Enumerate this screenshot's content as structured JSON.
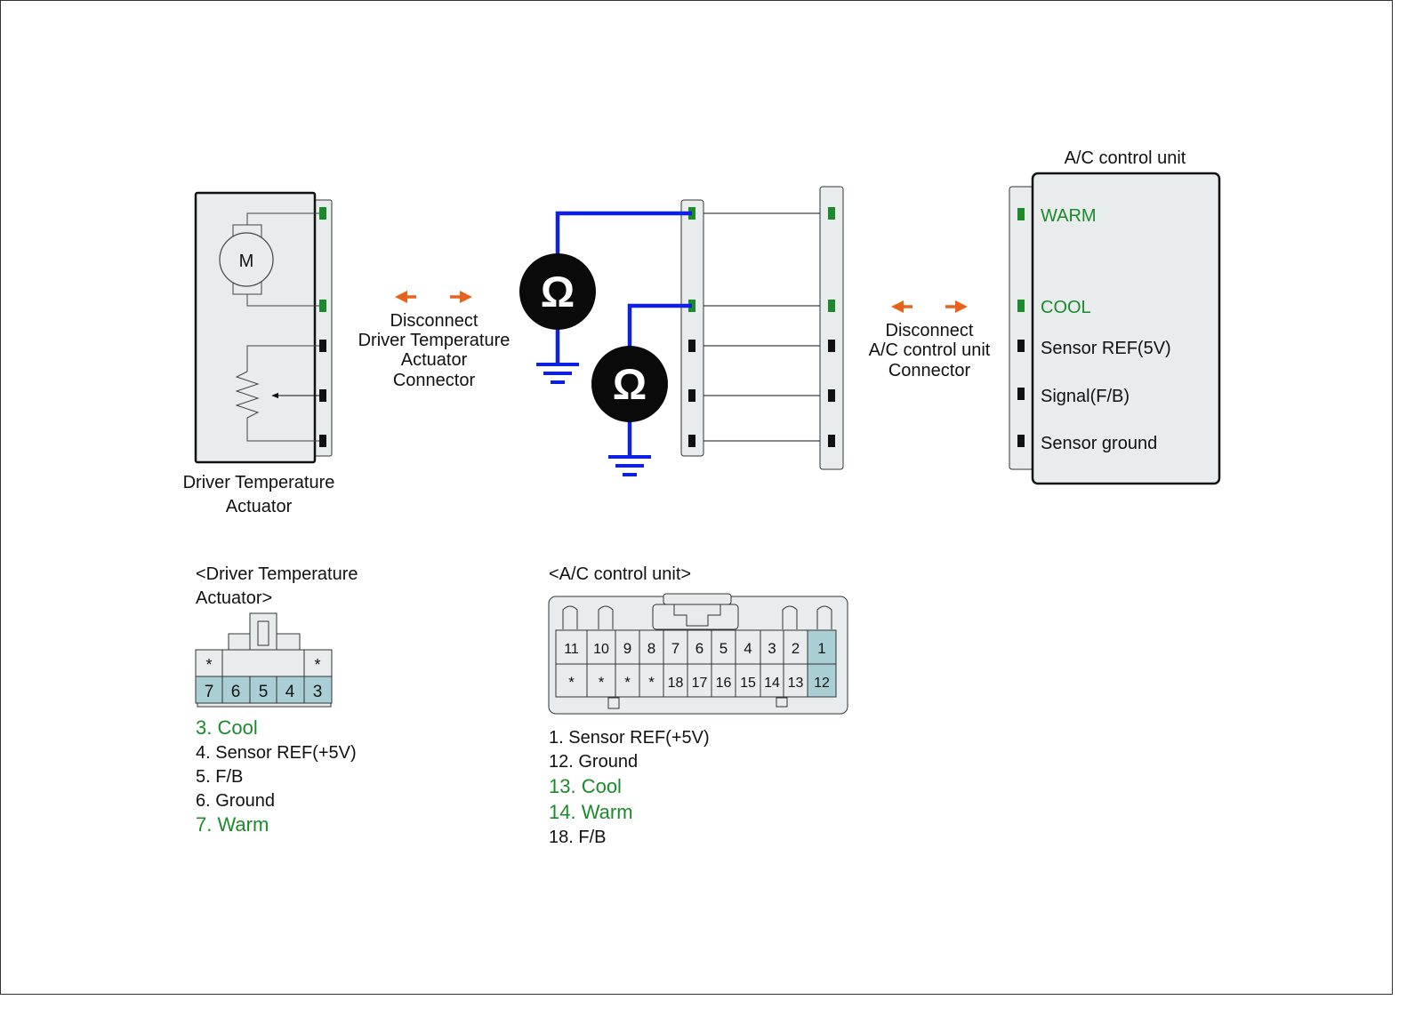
{
  "colors": {
    "green": "#1a8a2a",
    "blue": "#1020e0",
    "orange": "#e8621c",
    "panel_fill": "#e8ecec",
    "cell_highlight": "#a9cfd4",
    "border": "#1a1a1a"
  },
  "actuator": {
    "motor_label": "M",
    "caption_line1": "Driver Temperature",
    "caption_line2": "Actuator"
  },
  "disconnect_left": {
    "line1": "Disconnect",
    "line2": "Driver Temperature",
    "line3": "Actuator",
    "line4": "Connector"
  },
  "disconnect_right": {
    "line1": "Disconnect",
    "line2": "A/C control unit",
    "line3": "Connector"
  },
  "ohmmeter": {
    "symbol": "Ω"
  },
  "ac_unit": {
    "title": "A/C control unit",
    "pins": [
      {
        "label": "WARM",
        "color": "green"
      },
      {
        "label": "COOL",
        "color": "green"
      },
      {
        "label": "Sensor REF(5V)",
        "color": "black"
      },
      {
        "label": "Signal(F/B)",
        "color": "black"
      },
      {
        "label": "Sensor ground",
        "color": "black"
      }
    ]
  },
  "actuator_connector": {
    "title_line1": "<Driver Temperature",
    "title_line2": "Actuator>",
    "top_row": [
      "*",
      "",
      "",
      "",
      "*"
    ],
    "bottom_row": [
      "7",
      "6",
      "5",
      "4",
      "3"
    ],
    "pin_legend": [
      {
        "text": "3. Cool",
        "color": "green"
      },
      {
        "text": "4. Sensor REF(+5V)",
        "color": "black"
      },
      {
        "text": "5. F/B",
        "color": "black"
      },
      {
        "text": "6. Ground",
        "color": "black"
      },
      {
        "text": "7. Warm",
        "color": "green"
      }
    ]
  },
  "ac_connector": {
    "title": "<A/C control unit>",
    "top_row": [
      "11",
      "10",
      "9",
      "8",
      "7",
      "6",
      "5",
      "4",
      "3",
      "2",
      "1"
    ],
    "bottom_row": [
      "*",
      "*",
      "*",
      "*",
      "18",
      "17",
      "16",
      "15",
      "14",
      "13",
      "12"
    ],
    "pin_legend": [
      {
        "text": "1. Sensor REF(+5V)",
        "color": "black"
      },
      {
        "text": "12. Ground",
        "color": "black"
      },
      {
        "text": "13. Cool",
        "color": "green"
      },
      {
        "text": "14. Warm",
        "color": "green"
      },
      {
        "text": "18. F/B",
        "color": "black"
      }
    ]
  }
}
